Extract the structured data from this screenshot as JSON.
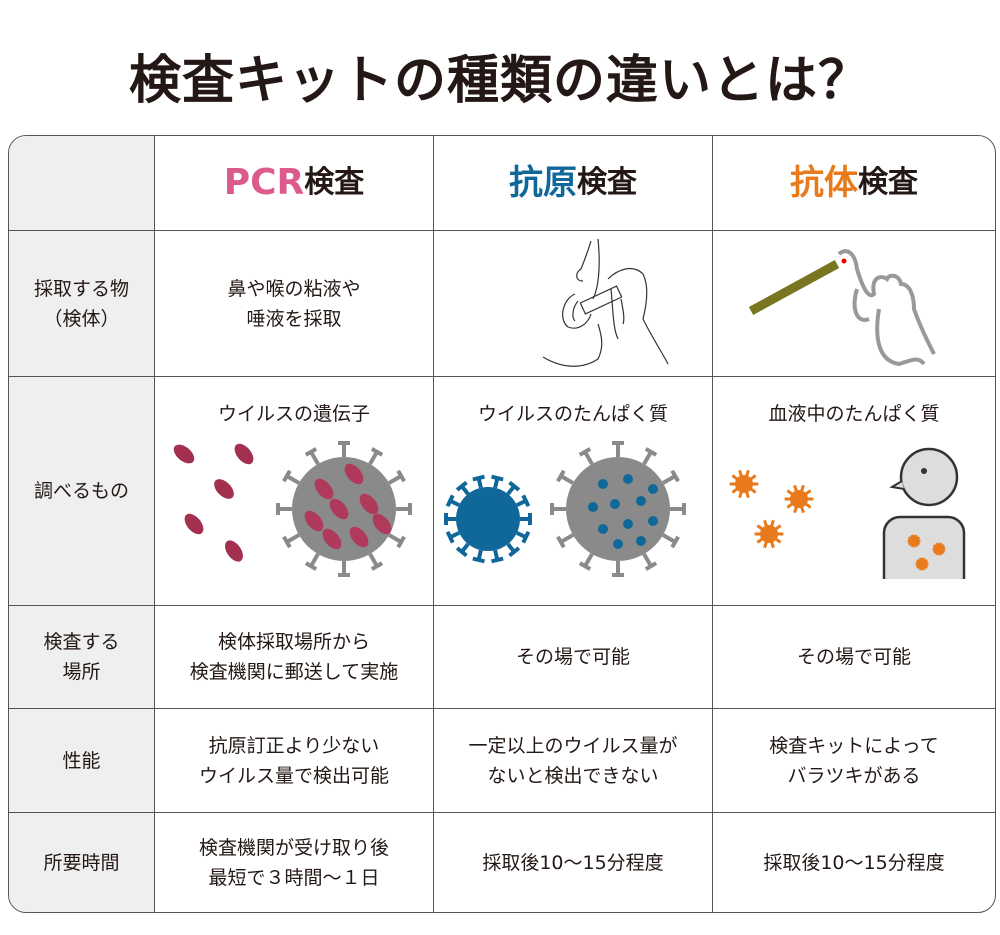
{
  "title": "検査キットの種類の違いとは？",
  "columns": [
    {
      "accent": "PCR",
      "rest": "検査",
      "color": "#dc5a8c"
    },
    {
      "accent": "抗原",
      "rest": "検査",
      "color": "#10679a"
    },
    {
      "accent": "抗体",
      "rest": "検査",
      "color": "#e87a1c"
    }
  ],
  "rows": {
    "sample": {
      "label1": "採取する物",
      "label2": "（検体）",
      "pcr1": "鼻や喉の粘液や",
      "pcr2": "唾液を採取"
    },
    "target": {
      "label": "調べるもの",
      "pcr": "ウイルスの遺伝子",
      "antigen": "ウイルスのたんぱく質",
      "antibody": "血液中のたんぱく質"
    },
    "place": {
      "label1": "検査する",
      "label2": "場所",
      "pcr1": "検体採取場所から",
      "pcr2": "検査機関に郵送して実施",
      "antigen": "その場で可能",
      "antibody": "その場で可能"
    },
    "performance": {
      "label": "性能",
      "pcr1": "抗原訂正より少ない",
      "pcr2": "ウイルス量で検出可能",
      "antigen1": "一定以上のウイルス量が",
      "antigen2": "ないと検出できない",
      "antibody1": "検査キットによって",
      "antibody2": "バラツキがある"
    },
    "time": {
      "label": "所要時間",
      "pcr1": "検査機関が受け取り後",
      "pcr2": "最短で３時間～１日",
      "antigen": "採取後10～15分程度",
      "antibody": "採取後10～15分程度"
    }
  }
}
